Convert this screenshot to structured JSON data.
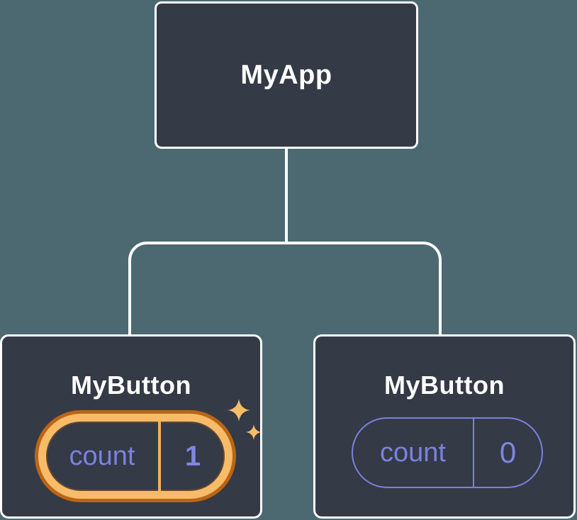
{
  "root_node": {
    "title": "MyApp"
  },
  "child_nodes": [
    {
      "title": "MyButton",
      "state": {
        "label": "count",
        "value": "1"
      },
      "highlighted": true
    },
    {
      "title": "MyButton",
      "state": {
        "label": "count",
        "value": "0"
      },
      "highlighted": false
    }
  ],
  "colors": {
    "background": "#4C6971",
    "node_fill": "#343A46",
    "node_border": "#FFFFFF",
    "node_title_text": "#FFFFFF",
    "state_text": "#7A82DE",
    "state_pill_border": "#7A82DE",
    "highlight_gold": "#F8BC68",
    "highlight_orange_edge": "#BD6513",
    "highlight_divider": "#F0B05E",
    "sparkle": "#F8BC68"
  },
  "icons": {
    "sparkles": "two four-point stars marking updated state"
  }
}
